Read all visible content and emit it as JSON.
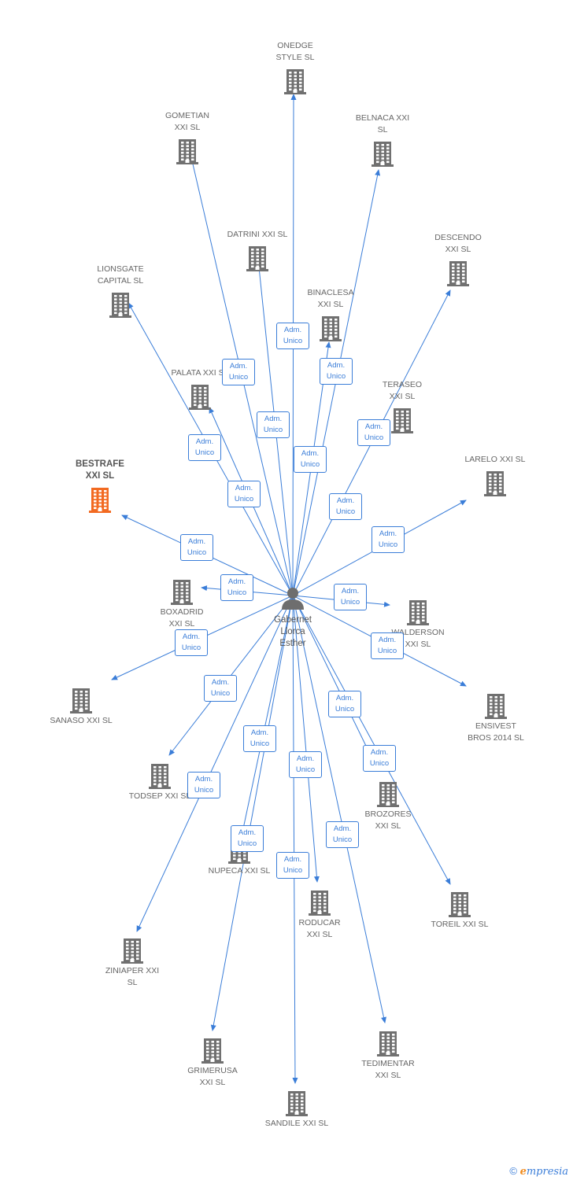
{
  "center": {
    "label": "Gabernet\nLlorca\nEsther",
    "icon": "person-icon",
    "color": "#666666"
  },
  "edge_label": "Adm.\nUnico",
  "colors": {
    "edge": "#3a7dd8",
    "building": "#707070",
    "highlight": "#f26a21"
  },
  "nodes": [
    {
      "id": "onedge",
      "label": "ONEDGE\nSTYLE  SL",
      "icon": "building-icon",
      "highlight": false
    },
    {
      "id": "gometian",
      "label": "GOMETIAN\nXXI  SL",
      "icon": "building-icon",
      "highlight": false
    },
    {
      "id": "belnaca",
      "label": "BELNACA XXI\nSL",
      "icon": "building-icon",
      "highlight": false
    },
    {
      "id": "datrini",
      "label": "DATRINI XXI  SL",
      "icon": "building-icon",
      "highlight": false
    },
    {
      "id": "descendo",
      "label": "DESCENDO\nXXI  SL",
      "icon": "building-icon",
      "highlight": false
    },
    {
      "id": "lionsgate",
      "label": "LIONSGATE\nCAPITAL  SL",
      "icon": "building-icon",
      "highlight": false
    },
    {
      "id": "binaclesa",
      "label": "BINACLESA\nXXI  SL",
      "icon": "building-icon",
      "highlight": false
    },
    {
      "id": "palata",
      "label": "PALATA XXI  SL",
      "icon": "building-icon",
      "highlight": false
    },
    {
      "id": "teraseo",
      "label": "TERASEO\nXXI  SL",
      "icon": "building-icon",
      "highlight": false
    },
    {
      "id": "bestrafe",
      "label": "BESTRAFE\nXXI  SL",
      "icon": "building-icon",
      "highlight": true
    },
    {
      "id": "larelo",
      "label": "LARELO XXI  SL",
      "icon": "building-icon",
      "highlight": false
    },
    {
      "id": "boxadrid",
      "label": "BOXADRID\nXXI  SL",
      "icon": "building-icon",
      "highlight": false
    },
    {
      "id": "walderson",
      "label": "WALDERSON\nXXI  SL",
      "icon": "building-icon",
      "highlight": false
    },
    {
      "id": "sanaso",
      "label": "SANASO XXI  SL",
      "icon": "building-icon",
      "highlight": false
    },
    {
      "id": "ensivest",
      "label": "ENSIVEST\nBROS 2014  SL",
      "icon": "building-icon",
      "highlight": false
    },
    {
      "id": "todsep",
      "label": "TODSEP XXI  SL",
      "icon": "building-icon",
      "highlight": false
    },
    {
      "id": "brozores",
      "label": "BROZORES\nXXI  SL",
      "icon": "building-icon",
      "highlight": false
    },
    {
      "id": "nupeca",
      "label": "NUPECA XXI  SL",
      "icon": "building-icon",
      "highlight": false
    },
    {
      "id": "roducar",
      "label": "RODUCAR\nXXI  SL",
      "icon": "building-icon",
      "highlight": false
    },
    {
      "id": "toreil",
      "label": "TOREIL XXI  SL",
      "icon": "building-icon",
      "highlight": false
    },
    {
      "id": "ziniaper",
      "label": "ZINIAPER XXI\nSL",
      "icon": "building-icon",
      "highlight": false
    },
    {
      "id": "grimerusa",
      "label": "GRIMERUSA\nXXI  SL",
      "icon": "building-icon",
      "highlight": false
    },
    {
      "id": "tedimentar",
      "label": "TEDIMENTAR\nXXI  SL",
      "icon": "building-icon",
      "highlight": false
    },
    {
      "id": "sandile",
      "label": "SANDILE XXI  SL",
      "icon": "building-icon",
      "highlight": false
    }
  ],
  "footer": {
    "copyright": "©",
    "brand_initial": "e",
    "brand_rest": "mpresia"
  }
}
